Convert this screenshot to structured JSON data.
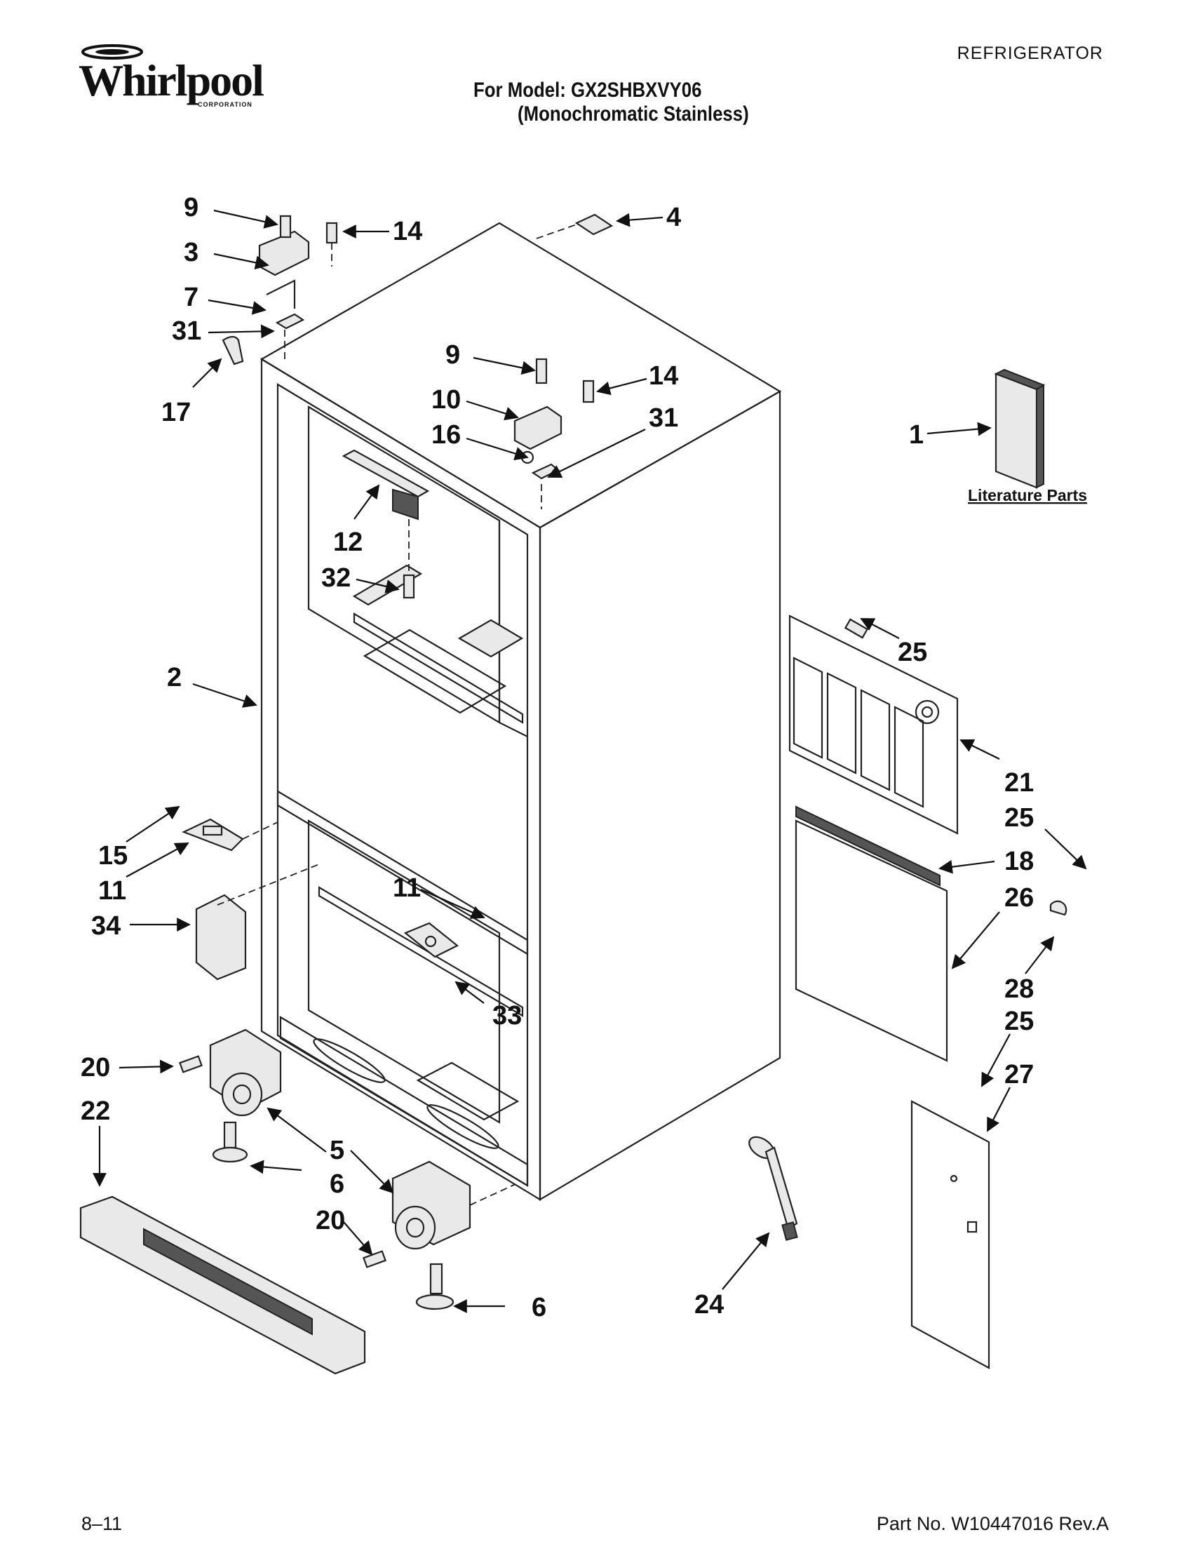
{
  "header": {
    "brand": "Whirlpool",
    "brand_sub": "CORPORATION",
    "doc_type": "REFRIGERATOR",
    "model_line": "For Model: GX2SHBXVY06",
    "finish_line": "(Monochromatic Stainless)"
  },
  "footer": {
    "date": "8–11",
    "part_number": "Part No. W10447016 Rev.A"
  },
  "diagram": {
    "literature_label": "Literature Parts",
    "callouts": {
      "c9a": "9",
      "c14a": "14",
      "c3": "3",
      "c7": "7",
      "c31a": "31",
      "c17": "17",
      "c4": "4",
      "c9b": "9",
      "c14b": "14",
      "c10": "10",
      "c16": "16",
      "c31b": "31",
      "c1": "1",
      "c12": "12",
      "c32": "32",
      "c2": "2",
      "c25a": "25",
      "c21": "21",
      "c25b": "25",
      "c18": "18",
      "c26": "26",
      "c28": "28",
      "c25c": "25",
      "c27": "27",
      "c15": "15",
      "c11a": "11",
      "c34": "34",
      "c11b": "11",
      "c33": "33",
      "c20a": "20",
      "c22": "22",
      "c5": "5",
      "c6a": "6",
      "c20b": "20",
      "c6b": "6",
      "c24": "24"
    }
  }
}
